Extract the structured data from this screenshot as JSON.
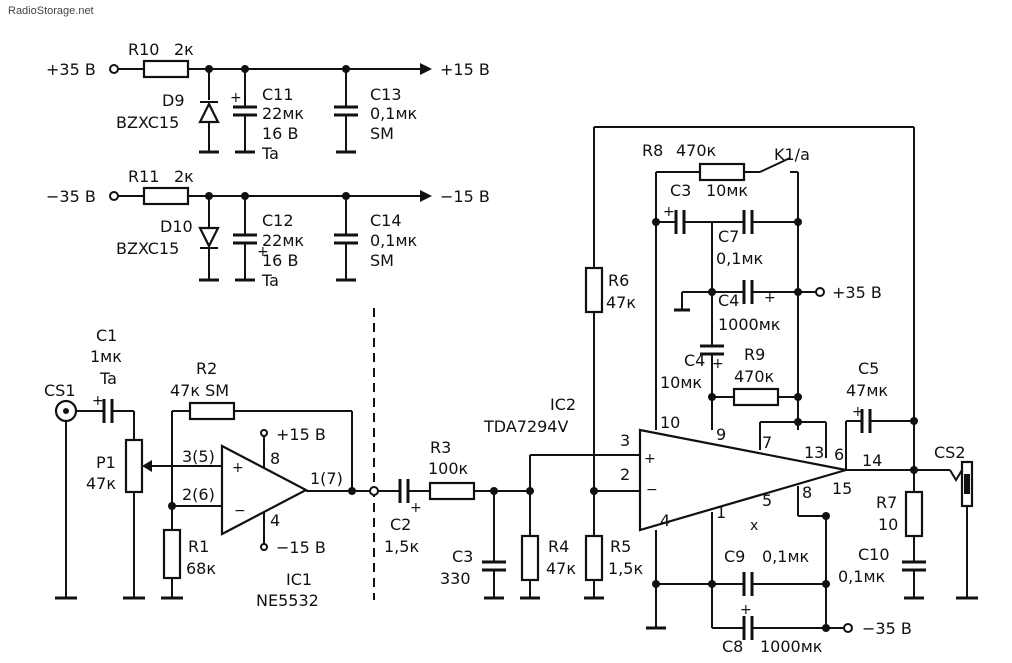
{
  "site": "RadioStorage.net",
  "rails": {
    "p35": "+35 В",
    "m35": "−35 В",
    "p15": "+15 В",
    "m15": "−15 В"
  },
  "supply_top": {
    "r10": "R10",
    "r10_val": "2к",
    "d9": "D9",
    "d9_type": "BZXC15",
    "c11": "C11",
    "c11_val": "22мк",
    "c11_v": "16 В",
    "c11_t": "Ta",
    "c13": "C13",
    "c13_val": "0,1мк",
    "c13_t": "SM"
  },
  "supply_bottom": {
    "r11": "R11",
    "r11_val": "2к",
    "d10": "D10",
    "d10_type": "BZXC15",
    "c12": "C12",
    "c12_val": "22мк",
    "c12_v": "16 В",
    "c12_t": "Ta",
    "c14": "C14",
    "c14_val": "0,1мк",
    "c14_t": "SM"
  },
  "preamp": {
    "c1": "C1",
    "c1_val": "1мк",
    "c1_t": "Ta",
    "cs1": "CS1",
    "p1": "P1",
    "p1_val": "47к",
    "r2": "R2",
    "r2_val": "47к SM",
    "r1": "R1",
    "r1_val": "68к",
    "pin_in_p": "3(5)",
    "pin_in_n": "2(6)",
    "pin_out": "1(7)",
    "pin_vp": "8",
    "pin_vn": "4",
    "vp": "+15 В",
    "vn": "−15 В",
    "ic1": "IC1",
    "ic1_type": "NE5532"
  },
  "coupling": {
    "c2": "C2",
    "c2_val": "1,5к",
    "r3": "R3",
    "r3_val": "100к",
    "c3": "C3",
    "c3_val": "330",
    "r4": "R4",
    "r4_val": "47к"
  },
  "amp": {
    "ic2": "IC2",
    "ic2_type": "TDA7294V",
    "r6": "R6",
    "r6_val": "47к",
    "r5": "R5",
    "r5_val": "1,5к",
    "r8": "R8",
    "r8_val": "470к",
    "k1": "K1/a",
    "c3": "C3",
    "c3_val": "10мк",
    "c7": "C7",
    "c7_val": "0,1мк",
    "c4a": "C4",
    "c4a_val": "1000мк",
    "c4b": "C4",
    "c4b_val": "10мк",
    "r9": "R9",
    "r9_val": "470к",
    "c5": "C5",
    "c5_val": "47мк",
    "r7": "R7",
    "r7_val": "10",
    "c10": "C10",
    "c10_val": "0,1мк",
    "c9": "C9",
    "c9_val": "0,1мк",
    "c8": "C8",
    "c8_val": "1000мк",
    "cs2": "CS2",
    "pins": [
      "3",
      "2",
      "10",
      "9",
      "7",
      "13",
      "6",
      "14",
      "15",
      "8",
      "5",
      "1",
      "4"
    ]
  }
}
